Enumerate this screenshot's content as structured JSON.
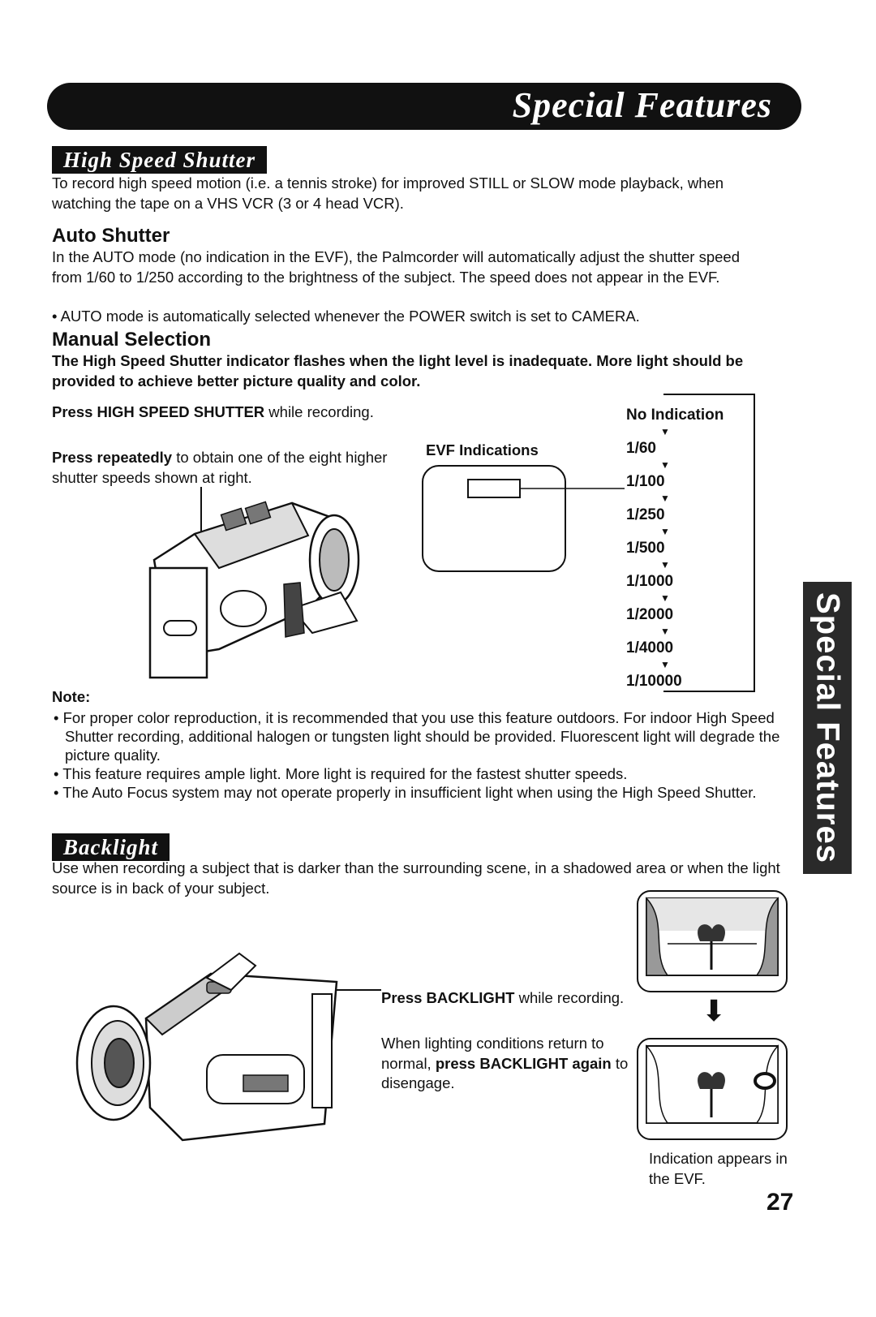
{
  "banner": {
    "title": "Special Features"
  },
  "side_tab": {
    "label": "Special Features"
  },
  "high_speed": {
    "tag": "High Speed Shutter",
    "intro": "To record high speed motion (i.e. a tennis stroke) for improved STILL or SLOW mode playback, when watching the tape on a VHS VCR (3 or 4 head VCR).",
    "auto_heading": "Auto Shutter",
    "auto_text": "In the AUTO mode (no indication in the EVF), the Palmcorder will automatically adjust the shutter speed from 1/60 to 1/250 according to the brightness of the subject. The speed does not appear in the EVF.",
    "auto_bullet": "• AUTO mode is automatically selected whenever the POWER switch is set to CAMERA.",
    "manual_heading": "Manual Selection",
    "manual_warning": "The High Speed Shutter indicator flashes when the light level is inadequate. More light should be provided to achieve better picture quality and color.",
    "press_bold": "Press HIGH SPEED SHUTTER",
    "press_rest": " while recording.",
    "repeat_bold": "Press repeatedly",
    "repeat_rest": " to obtain one of the eight higher shutter speeds shown at right.",
    "evf_label": "EVF Indications",
    "speeds": [
      "No Indication",
      "1/60",
      "1/100",
      "1/250",
      "1/500",
      "1/1000",
      "1/2000",
      "1/4000",
      "1/10000"
    ],
    "note_label": "Note:",
    "notes": [
      "• For proper color reproduction, it is recommended that you use this feature outdoors. For indoor High Speed Shutter recording, additional halogen or tungsten light should be provided. Fluorescent light will degrade the picture quality.",
      "• This feature requires ample light. More light is required for the fastest shutter speeds.",
      "• The Auto Focus system may not operate properly in insufficient light when using the High Speed Shutter."
    ]
  },
  "backlight": {
    "tag": "Backlight",
    "intro": "Use when recording a subject that is darker than the surrounding scene, in a shadowed area or when the light source is in back of your subject.",
    "press_bold": "Press BACKLIGHT",
    "press_rest": " while recording.",
    "return_a": "When lighting conditions return to normal, ",
    "return_bold": "press BACKLIGHT again",
    "return_b": " to disengage.",
    "caption": "Indication appears in the EVF."
  },
  "page_number": "27"
}
